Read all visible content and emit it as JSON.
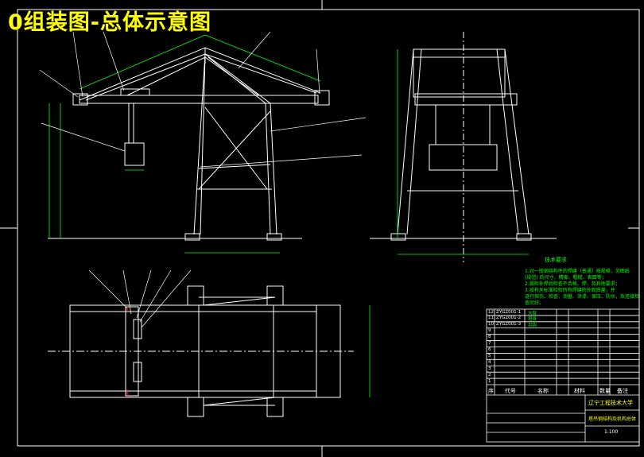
{
  "title": "0组装图-总体示意图",
  "tech_requirements": {
    "heading": "技术要求",
    "lines": [
      "1.对一般钢结构件的焊缝（普通）按规格，见图纸",
      "(规范) 的尺寸、精度、粗糙、表面等；",
      "2.漏检补焊后检查不合格、焊、及其他要求；",
      "3.按有关标准检验所有焊缝的外观质量，并",
      "进行探伤、检查、测量、涂漆、保压、防水，及连接检",
      "查完好。"
    ]
  },
  "title_block": {
    "school": "辽宁工程技术大学",
    "drawing_name": "塔吊钢结构及机构总体",
    "col_seq": "序",
    "col_code": "代号",
    "col_name": "名称",
    "col_material": "材料",
    "col_qty": "数量",
    "col_note": "备注",
    "parts": [
      {
        "seq": "12",
        "code": "ZYGZ001-1",
        "name": "大臂"
      },
      {
        "seq": "11",
        "code": "ZYGZ001-2",
        "name": "塔身"
      },
      {
        "seq": "10",
        "code": "ZYGZ001-3",
        "name": "吊钩"
      },
      {
        "seq": "9",
        "code": "",
        "name": ""
      },
      {
        "seq": "8",
        "code": "",
        "name": ""
      },
      {
        "seq": "7",
        "code": "",
        "name": ""
      },
      {
        "seq": "6",
        "code": "",
        "name": ""
      },
      {
        "seq": "5",
        "code": "",
        "name": ""
      },
      {
        "seq": "4",
        "code": "",
        "name": ""
      },
      {
        "seq": "3",
        "code": "",
        "name": ""
      },
      {
        "seq": "2",
        "code": "",
        "name": ""
      },
      {
        "seq": "1",
        "code": "",
        "name": ""
      }
    ],
    "scale": "1:100"
  }
}
